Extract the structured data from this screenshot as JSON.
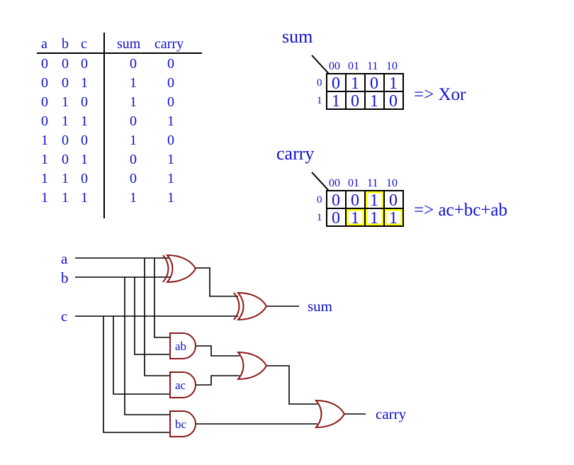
{
  "truth_table": {
    "headers": [
      "a",
      "b",
      "c",
      "sum",
      "carry"
    ],
    "rows": [
      [
        "0",
        "0",
        "0",
        "0",
        "0"
      ],
      [
        "0",
        "0",
        "1",
        "1",
        "0"
      ],
      [
        "0",
        "1",
        "0",
        "1",
        "0"
      ],
      [
        "0",
        "1",
        "1",
        "0",
        "1"
      ],
      [
        "1",
        "0",
        "0",
        "1",
        "0"
      ],
      [
        "1",
        "0",
        "1",
        "0",
        "1"
      ],
      [
        "1",
        "1",
        "0",
        "0",
        "1"
      ],
      [
        "1",
        "1",
        "1",
        "1",
        "1"
      ]
    ]
  },
  "kmap_sum": {
    "title": "sum",
    "col_headers": [
      "00",
      "01",
      "11",
      "10"
    ],
    "row_headers": [
      "0",
      "1"
    ],
    "cells": [
      [
        "0",
        "1",
        "0",
        "1"
      ],
      [
        "1",
        "0",
        "1",
        "0"
      ]
    ],
    "result": "=> Xor"
  },
  "kmap_carry": {
    "title": "carry",
    "col_headers": [
      "00",
      "01",
      "11",
      "10"
    ],
    "row_headers": [
      "0",
      "1"
    ],
    "cells": [
      [
        "0",
        "0",
        "1",
        "0"
      ],
      [
        "0",
        "1",
        "1",
        "1"
      ]
    ],
    "result": "=> ac+bc+ab",
    "highlight_color": "#ffff00"
  },
  "circuit": {
    "inputs": [
      "a",
      "b",
      "c"
    ],
    "outputs": [
      "sum",
      "carry"
    ],
    "and_gates": [
      "ab",
      "ac",
      "bc"
    ],
    "gate_color": "#8b1a1a",
    "text_color": "#1010cc"
  }
}
